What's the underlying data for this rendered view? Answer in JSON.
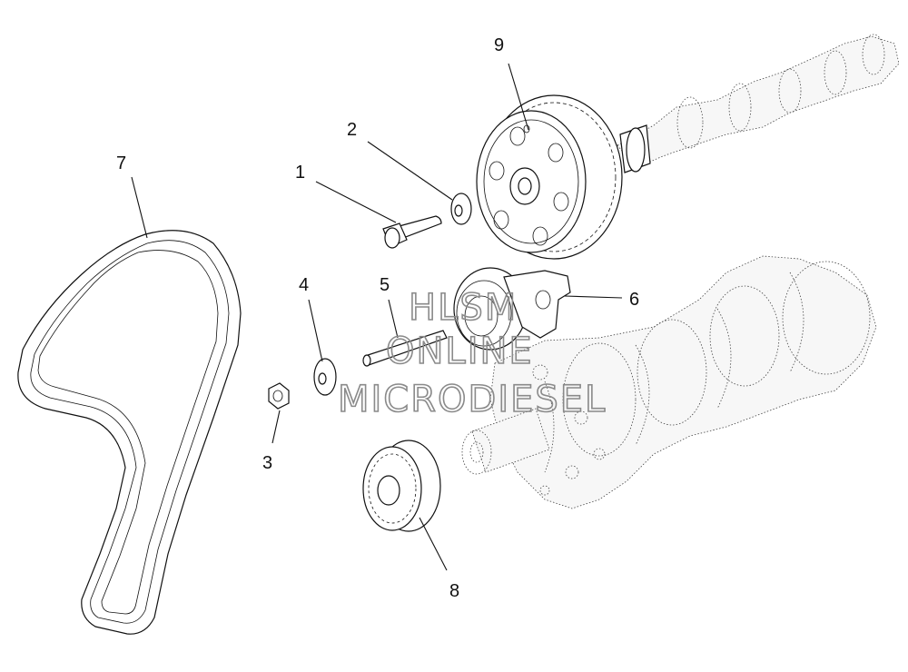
{
  "callouts": {
    "c1": "1",
    "c2": "2",
    "c3": "3",
    "c4": "4",
    "c5": "5",
    "c6": "6",
    "c7": "7",
    "c8": "8",
    "c9": "9"
  },
  "watermark": {
    "line1": "HLSM",
    "line2": "ONLINE",
    "line3": "MICRODIESEL"
  }
}
